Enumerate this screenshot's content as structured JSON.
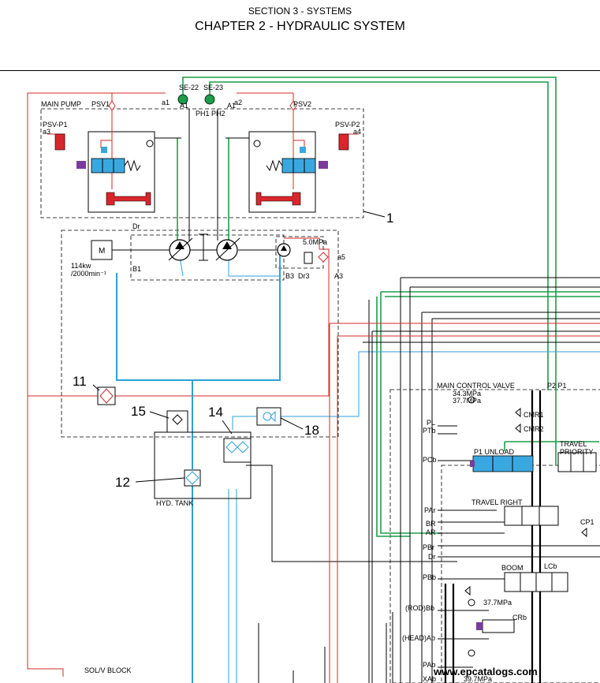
{
  "header": {
    "section": "SECTION 3 - SYSTEMS",
    "chapter": "CHAPTER 2 - HYDRAULIC SYSTEM"
  },
  "colors": {
    "pilot_red": "#d62a2a",
    "pilot_green": "#1a9e4a",
    "return_blue": "#2f9fd8",
    "spool_blue": "#3aa8e0",
    "solenoid_red": "#d9262c",
    "solenoid_purple": "#7a3b9a",
    "lines_black": "#000000"
  },
  "labels": {
    "se22": "SE-22",
    "se23": "SE-23",
    "main_pump": "MAIN PUMP",
    "psv1": "PSV1",
    "psv2": "PSV2",
    "a1_small": "a1",
    "a1_port": "A1",
    "a2_port": "A1",
    "a2_small": "a2",
    "ph1": "PH1",
    "ph2": "PH2",
    "psvp1": "PSV-P1",
    "psvp2": "PSV-P2",
    "a3": "a3",
    "a4": "a4",
    "dr": "Dr",
    "motor": "M",
    "power": "114kw",
    "speed": "/2000min⁻¹",
    "b1": "B1",
    "b3": "B3",
    "dr3": "Dr3",
    "a3_port": "A3",
    "a5": "a5",
    "relief_5": "5.0MPa",
    "hyd_tank": "HYD. TANK",
    "sol_block": "SOL/V BLOCK",
    "mcv": "MAIN CONTROL VALVE",
    "p2p1": "P2 P1",
    "press_343": "34.3MPa",
    "press_377": "37.7MPa",
    "pl": "PL",
    "ptb": "PTb",
    "cmr1": "CMR1",
    "cmr2": "CMR2",
    "travel_priority_1": "TRAVEL",
    "travel_priority_2": "PRIORITY",
    "pcb": "PCb",
    "p1_unload": "P1 UNLOAD",
    "par": "PAr",
    "travel_right": "TRAVEL RIGHT",
    "br": "BR",
    "ar": "AR",
    "cp1": "CP1",
    "pbr": "PBr",
    "dr2": "Dr",
    "pbb": "PBb",
    "boom": "BOOM",
    "lcb": "LCb",
    "press_377b": "37.7MPa",
    "rod_bb": "(ROD)Bb",
    "crb": "CRb",
    "head_ab": "(HEAD)Ab",
    "pab": "PAb",
    "xab": "XAb",
    "press_397": "39.7MPa",
    "watermark": "www.epcatalogs.com"
  },
  "callouts": {
    "n1": "1",
    "n11": "11",
    "n12": "12",
    "n14": "14",
    "n15": "15",
    "n18": "18"
  }
}
